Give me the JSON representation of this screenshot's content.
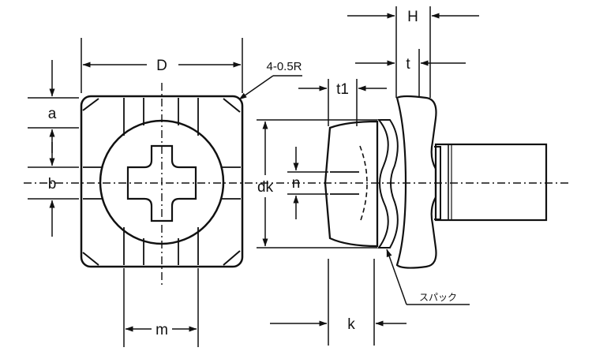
{
  "labels": {
    "D": "D",
    "radius": "4-0.5R",
    "a": "a",
    "b": "b",
    "m": "m",
    "dk": "dk",
    "n": "n",
    "t1": "t1",
    "H": "H",
    "t": "t",
    "k": "k",
    "washer": "スパック"
  },
  "colors": {
    "line": "#111111",
    "background": "#ffffff"
  }
}
